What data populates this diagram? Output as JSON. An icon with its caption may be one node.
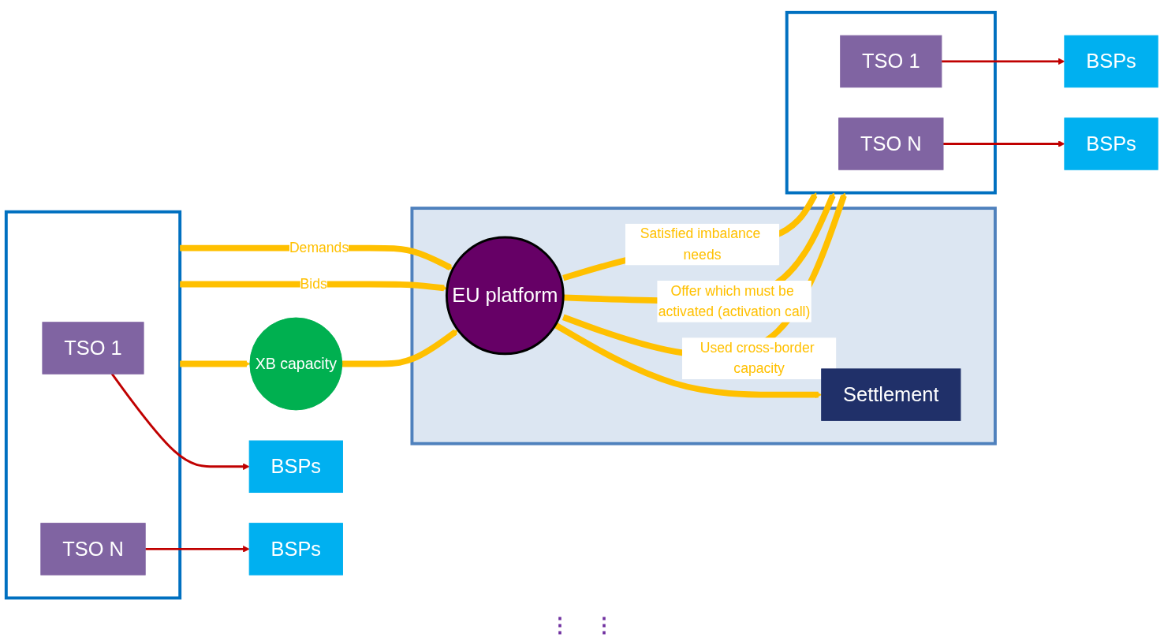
{
  "diagram": {
    "nodes": [
      {
        "text": [
          "BSPs"
        ]
      },
      {
        "text": [],
        "shape": "box"
      },
      {
        "text": [
          "TSO 1"
        ],
        "in": 1
      },
      {
        "text": [
          "TSO N"
        ],
        "in": 1
      },
      {
        "text": [
          "BSPs"
        ]
      },
      {
        "text": [],
        "shape": "box"
      },
      {
        "text": [
          "XB capacity"
        ]
      },
      {
        "text": [
          "EU platform"
        ],
        "in": 5
      },
      {
        "text": [
          "Settlement"
        ],
        "in": 5
      },
      {
        "text": [],
        "shape": "box"
      },
      {
        "text": [
          "TSO 1"
        ],
        "in": 9
      },
      {
        "text": [
          "TSO N"
        ],
        "in": 9
      },
      {
        "text": [
          "BSPs"
        ]
      },
      {
        "text": [
          "BSPs"
        ]
      }
    ],
    "edges": [
      {
        "from": 2,
        "to": 0,
        "arrow": "to",
        "color": "#c00000"
      },
      {
        "from": 3,
        "to": 4,
        "arrow": "to",
        "color": "#c00000"
      },
      {
        "from": 1,
        "to": 6,
        "arrow": "to"
      },
      {
        "from": 6,
        "to": 7,
        "arrow": "to"
      },
      {
        "from": 1,
        "to": 7,
        "label": "Bids",
        "arrow": "to"
      },
      {
        "from": 1,
        "to": 7,
        "label": "Demands",
        "arrow": "to"
      },
      {
        "from": 7,
        "to": 9,
        "label": "Used cross-border capacity",
        "arrow": "to"
      },
      {
        "from": 7,
        "to": 9,
        "label": "Offer which must be activated (activation call)",
        "arrow": "to"
      },
      {
        "from": 7,
        "to": 9,
        "label": "Satisfied imbalance needs",
        "arrow": "to"
      },
      {
        "from": 7,
        "to": 8,
        "arrow": "to"
      },
      {
        "from": 10,
        "to": 12,
        "arrow": "to",
        "color": "#c00000"
      },
      {
        "from": 11,
        "to": 13,
        "arrow": "to",
        "color": "#c00000"
      }
    ],
    "labels": [
      "⋮",
      "⋮"
    ]
  }
}
